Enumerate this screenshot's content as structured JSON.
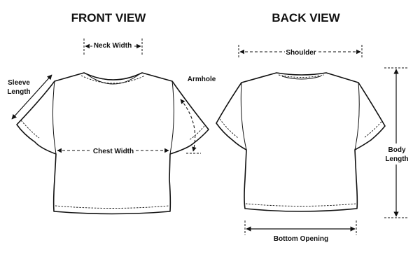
{
  "views": {
    "front_title": "FRONT VIEW",
    "back_title": "BACK VIEW"
  },
  "measurements": {
    "neck_width": "Neck Width",
    "sleeve_length_1": "Sleeve",
    "sleeve_length_2": "Length",
    "armhole": "Armhole",
    "chest_width": "Chest Width",
    "shoulder": "Shoulder",
    "body_length_1": "Body",
    "body_length_2": "Length",
    "bottom_opening": "Bottom Opening"
  },
  "colors": {
    "line": "#111111",
    "background": "#ffffff"
  }
}
